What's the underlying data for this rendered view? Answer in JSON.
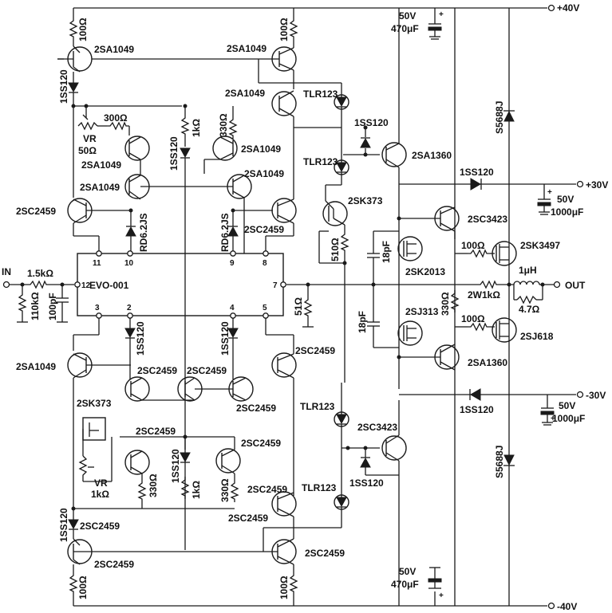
{
  "rails": {
    "pos40": "+40V",
    "neg40": "-40V",
    "pos30": "+30V",
    "neg30": "-30V"
  },
  "io": {
    "in": "IN",
    "out": "OUT"
  },
  "ic": {
    "name": "EVO-001",
    "pins": [
      "11",
      "10",
      "9",
      "8",
      "12",
      "7",
      "3",
      "2",
      "4",
      "5"
    ]
  },
  "parts": {
    "transistors": [
      "2SA1049",
      "2SA1049",
      "2SA1049",
      "2SA1049",
      "2SA1049",
      "2SA1049",
      "2SA1049",
      "2SC2459",
      "2SC2459",
      "2SA1049",
      "2SC2459",
      "2SC2459",
      "2SC2459",
      "2SC2459",
      "2SC2459",
      "2SC2459",
      "2SC2459",
      "2SC2459",
      "2SC2459",
      "2SC2459",
      "2SC2459",
      "2SA1360",
      "2SC3423",
      "2SC3423",
      "2SA1360"
    ],
    "fets": [
      "2SK373",
      "2SK373",
      "2SK2013",
      "2SJ313",
      "2SK3497",
      "2SJ618"
    ],
    "diodes": [
      "1SS120",
      "1SS120",
      "1SS120",
      "1SS120",
      "1SS120",
      "1SS120",
      "1SS120",
      "1SS120",
      "1SS120",
      "1SS120"
    ],
    "zeners": [
      "RD6.2JS",
      "RD6.2JS"
    ],
    "leds": [
      "TLR123",
      "TLR123",
      "TLR123",
      "TLR123"
    ],
    "crd": [
      "S5688J",
      "S5688J"
    ],
    "resistors": [
      "100Ω",
      "100Ω",
      "100Ω",
      "100Ω",
      "300Ω",
      "1kΩ",
      "330Ω",
      "330Ω",
      "1kΩ",
      "330Ω",
      "510Ω",
      "51Ω",
      "1.5kΩ",
      "110kΩ",
      "100Ω",
      "100Ω",
      "330Ω",
      "2W1kΩ",
      "4.7Ω"
    ],
    "vr": [
      "VR",
      "50Ω",
      "VR",
      "1kΩ"
    ],
    "caps": [
      "100pF",
      "18pF",
      "18pF"
    ],
    "elcaps": [
      {
        "v": "50V",
        "c": "470μF"
      },
      {
        "v": "50V",
        "c": "1000μF"
      },
      {
        "v": "50V",
        "c": "1000μF"
      },
      {
        "v": "50V",
        "c": "470μF"
      }
    ],
    "inductor": "1μH"
  }
}
